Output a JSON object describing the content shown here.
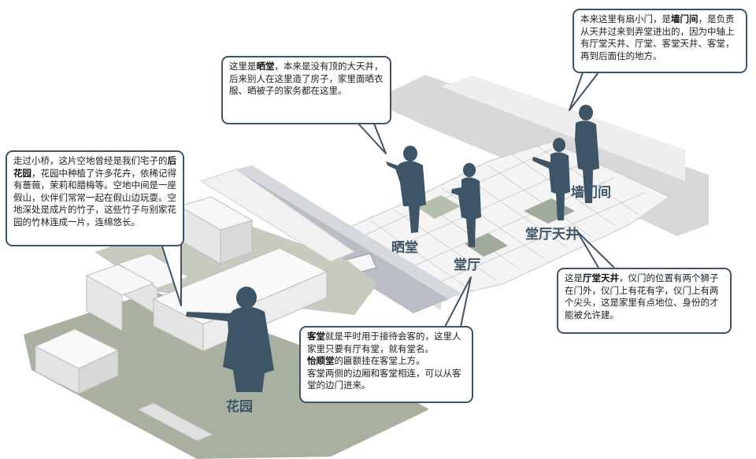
{
  "callouts": {
    "shaitang": {
      "pre": "这里是",
      "bold": "晒堂",
      "post": "，本来是没有顶的大天井，后来别人在这里造了房子，家里面晒衣服、晒被子的家务都在这里。"
    },
    "qiangmenjian": {
      "pre": "本来这里有扇小门，是",
      "bold": "墙门间",
      "post": "，是负责从天井过来到弄堂进出的，因为中轴上有厅堂天井、厅堂、客堂天井、客堂，再到后面住的地方。"
    },
    "houhuayuan": {
      "pre": "走过小桥，这片空地曾经是我们宅子的",
      "bold": "后花园",
      "post": "，花园中种植了许多花卉，依稀记得有蔷薇，茉莉和腊梅等。空地中间是一座假山，伙伴们常常一起在假山边玩耍。空地深处是成片的竹子，这些竹子与别家花园的竹林连成一片，连绵悠长。"
    },
    "tingtang_tianjing": {
      "pre": "这是",
      "bold": "厅堂天井",
      "post": "，仪门的位置有两个狮子在门外，仪门上有花有字，仪门上有两个尖头，这是家里有点地位、身份的才能被允许建。"
    },
    "ketang": {
      "l1_bold": "客堂",
      "l1_post": "就是平时用于接待会客的，这里人家里只要有厅有堂，就有堂名。",
      "l2_bold": "怡顺堂",
      "l2_post": "的匾额挂在客堂上方。",
      "l3": "客堂两侧的边厢和客堂相连，可以从客堂的边门进来。"
    }
  },
  "labels": {
    "shaitang": "晒堂",
    "tingting": "堂厅",
    "tingtang_tianjing": "堂厅天井",
    "qiangmenjian": "墙门间",
    "huayuan": "花园"
  },
  "colors": {
    "figure": "#3d5566",
    "garden": "#a8b0a0",
    "paving": "#9faa9b",
    "water": "#b9bec4",
    "wall": "#e9e9e9",
    "border": "#3d5566"
  }
}
